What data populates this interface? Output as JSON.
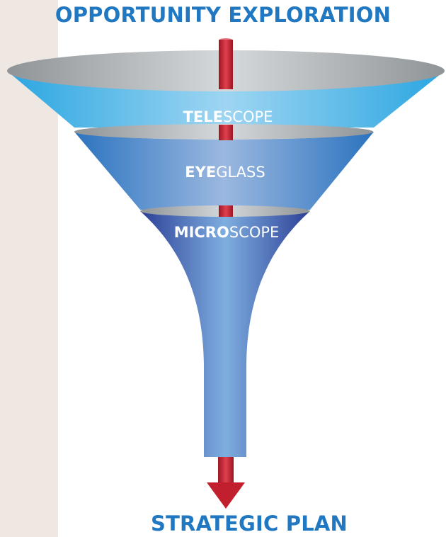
{
  "title_top": "OPPORTUNITY EXPLORATION",
  "title_bottom": "STRATEGIC PLAN",
  "segments": [
    {
      "bold": "TELE",
      "rest": "SCOPE"
    },
    {
      "bold": "EYE",
      "rest": "GLASS"
    },
    {
      "bold": "MICRO",
      "rest": "SCOPE"
    }
  ],
  "colors": {
    "title": "#1f78c1",
    "arrow": "#c11f2e",
    "rim": "#b9bdc0",
    "background_band": "#efe8e2"
  }
}
